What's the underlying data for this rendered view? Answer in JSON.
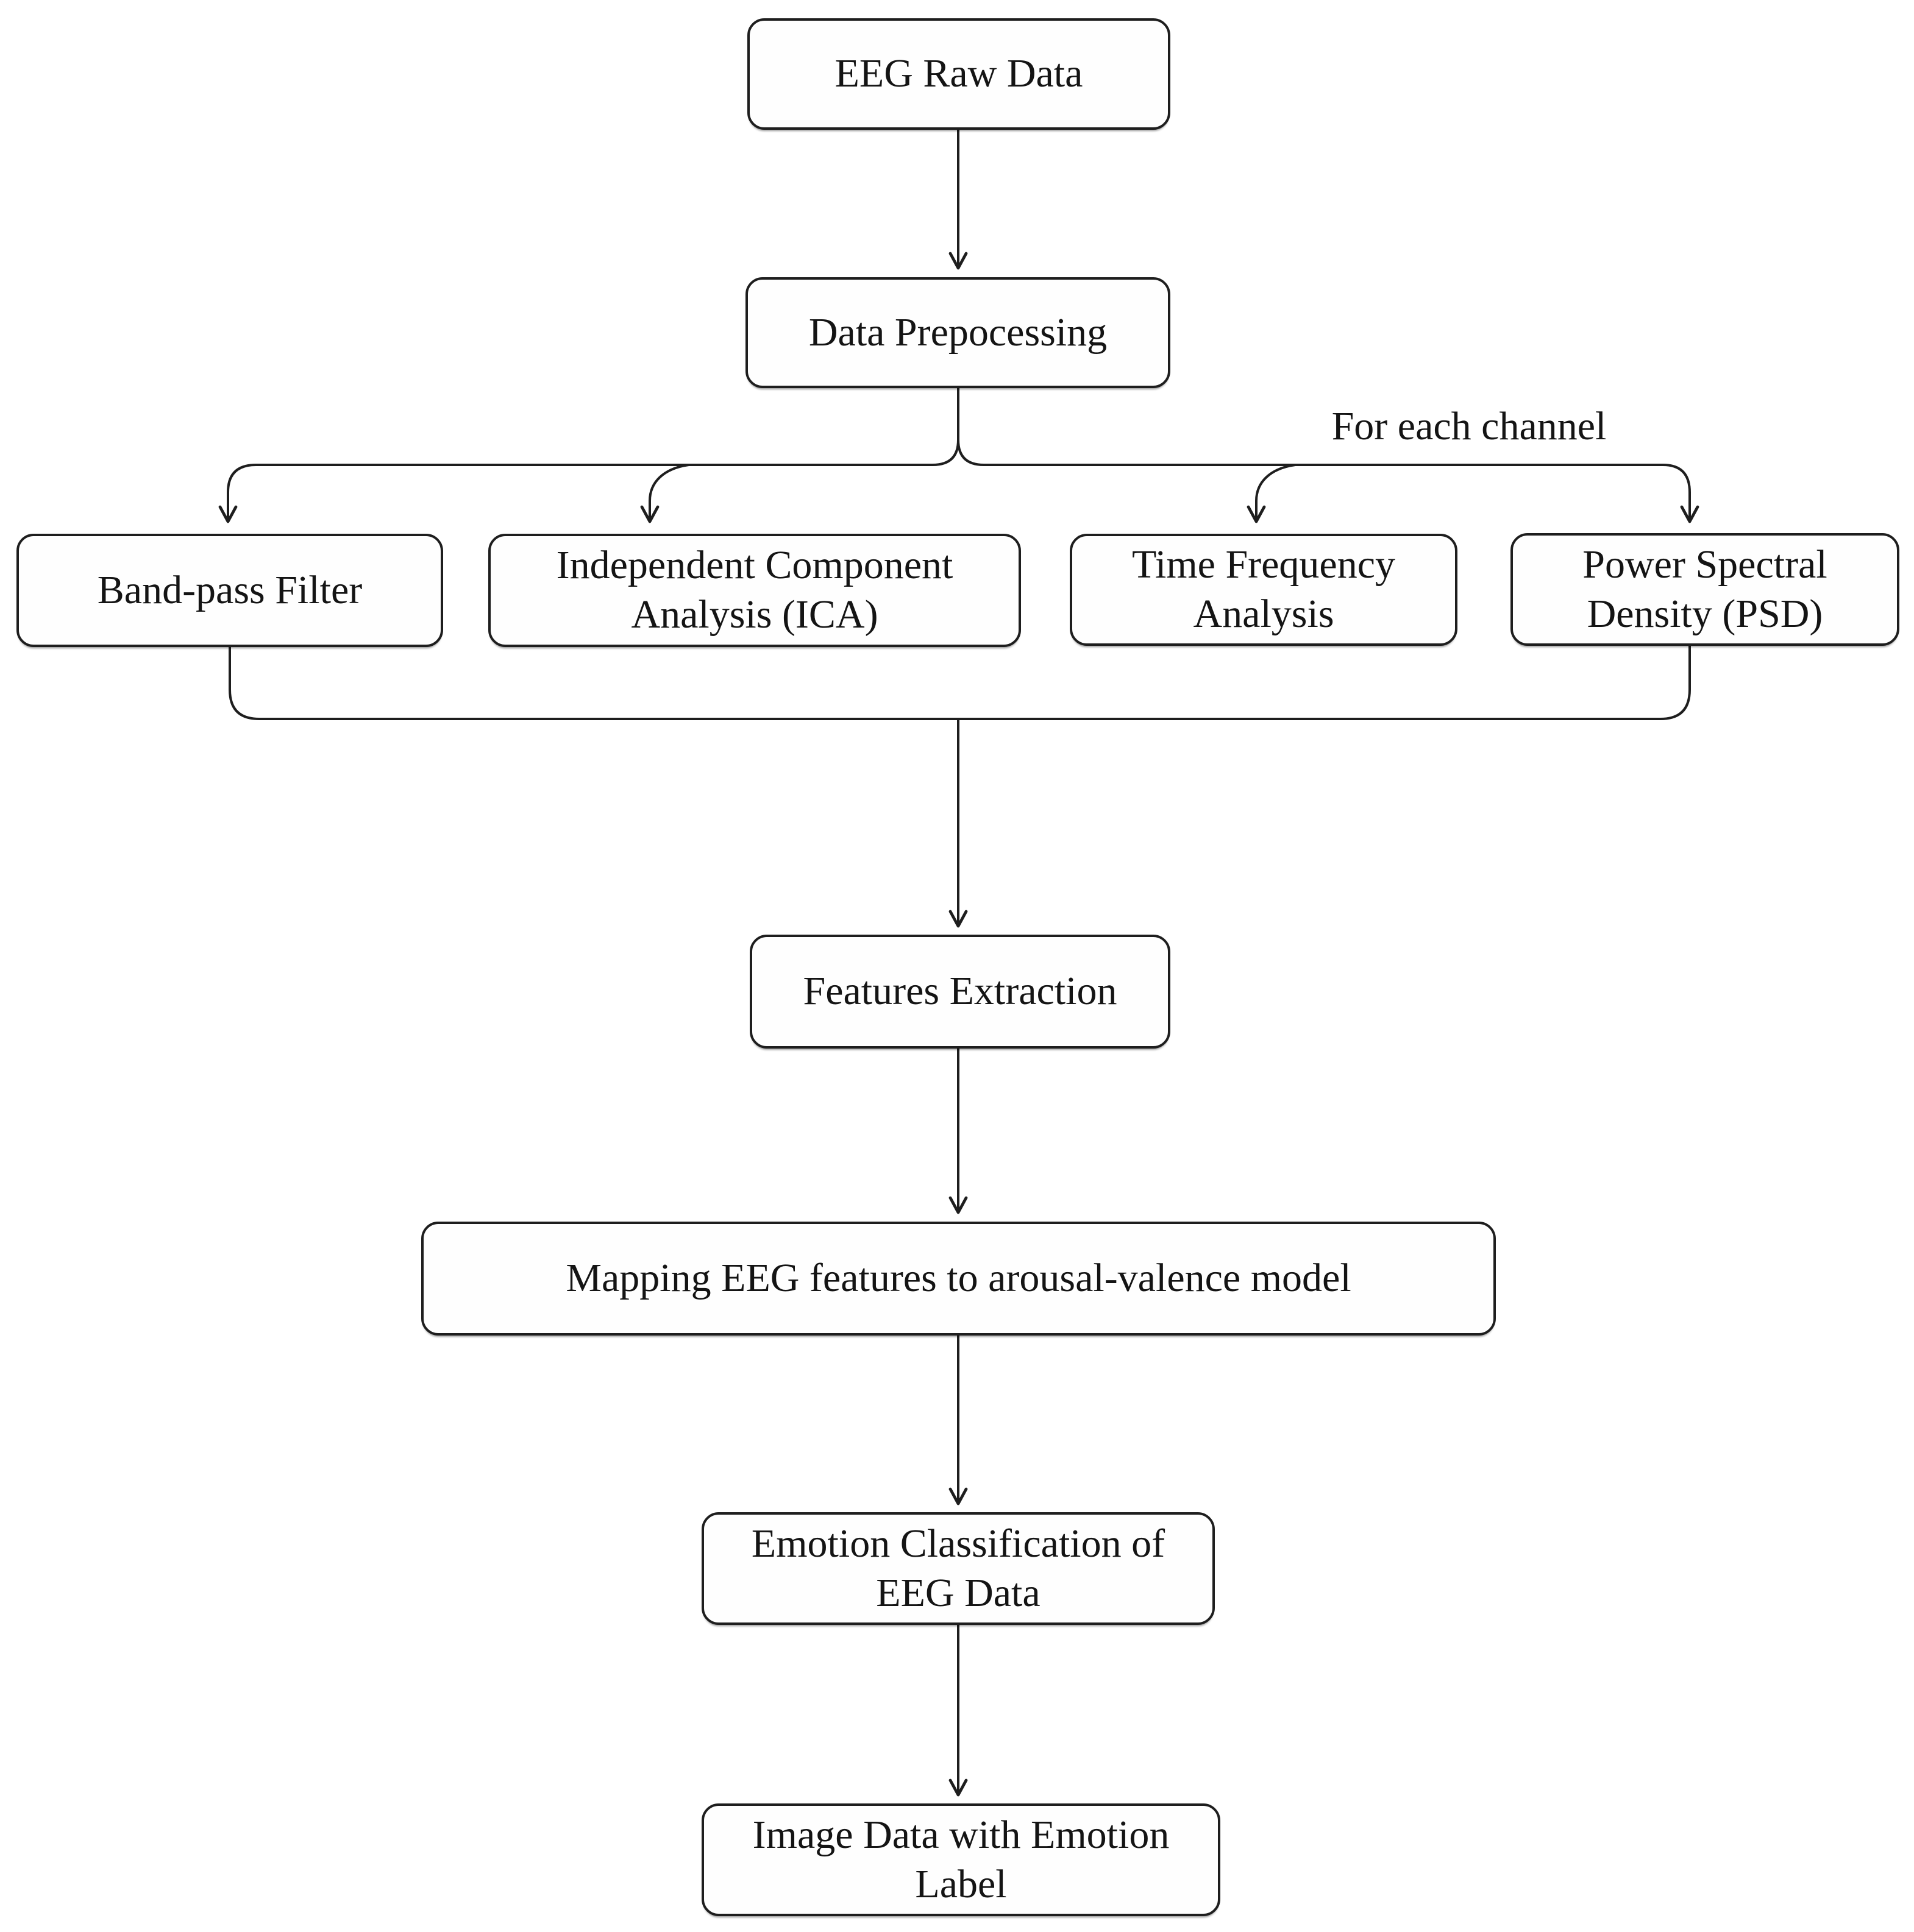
{
  "diagram": {
    "type": "flowchart",
    "colors": {
      "line": "#1e1e1e",
      "text": "#141414",
      "background": "#ffffff"
    },
    "nodes": {
      "eeg_raw_data": {
        "label": "EEG Raw Data"
      },
      "data_preprocessing": {
        "label": "Data Prepocessing"
      },
      "band_pass_filter": {
        "label": "Band-pass Filter"
      },
      "ica": {
        "label": "Independent Component Analysis (ICA)"
      },
      "time_frequency": {
        "label": "Time Frequency Analysis"
      },
      "psd": {
        "label": "Power Spectral Density (PSD)"
      },
      "features_extraction": {
        "label": "Features Extraction"
      },
      "mapping": {
        "label": "Mapping EEG features to arousal-valence model"
      },
      "emotion_classification": {
        "label": "Emotion Classification of EEG Data"
      },
      "image_data": {
        "label": "Image Data with Emotion Label"
      }
    },
    "annotations": {
      "for_each_channel": "For each channel"
    },
    "edges": [
      {
        "from": "eeg_raw_data",
        "to": "data_preprocessing"
      },
      {
        "from": "data_preprocessing",
        "to": "band_pass_filter",
        "label": "For each channel"
      },
      {
        "from": "data_preprocessing",
        "to": "ica",
        "label": "For each channel"
      },
      {
        "from": "data_preprocessing",
        "to": "time_frequency",
        "label": "For each channel"
      },
      {
        "from": "data_preprocessing",
        "to": "psd",
        "label": "For each channel"
      },
      {
        "from": "band_pass_filter",
        "to": "features_extraction"
      },
      {
        "from": "ica",
        "to": "features_extraction"
      },
      {
        "from": "time_frequency",
        "to": "features_extraction"
      },
      {
        "from": "psd",
        "to": "features_extraction"
      },
      {
        "from": "features_extraction",
        "to": "mapping"
      },
      {
        "from": "mapping",
        "to": "emotion_classification"
      },
      {
        "from": "emotion_classification",
        "to": "image_data"
      }
    ]
  }
}
